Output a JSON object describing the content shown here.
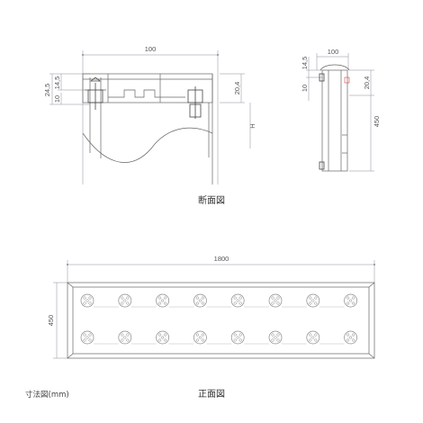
{
  "section_view": {
    "caption": "断面図",
    "dims": {
      "width": "100",
      "d24_5": "24,5",
      "d14_5": "14,5",
      "d10": "10",
      "d20_4": "20,4",
      "h": "H"
    }
  },
  "side_view": {
    "dims": {
      "width": "100",
      "d14_5": "14,5",
      "d10": "10",
      "d20_4": "20,4",
      "height": "450"
    }
  },
  "front_view": {
    "caption": "正面図",
    "dims": {
      "width": "1800",
      "height": "450"
    },
    "rows": 2,
    "columns": 8
  },
  "unit_note": "寸法図(mm)"
}
